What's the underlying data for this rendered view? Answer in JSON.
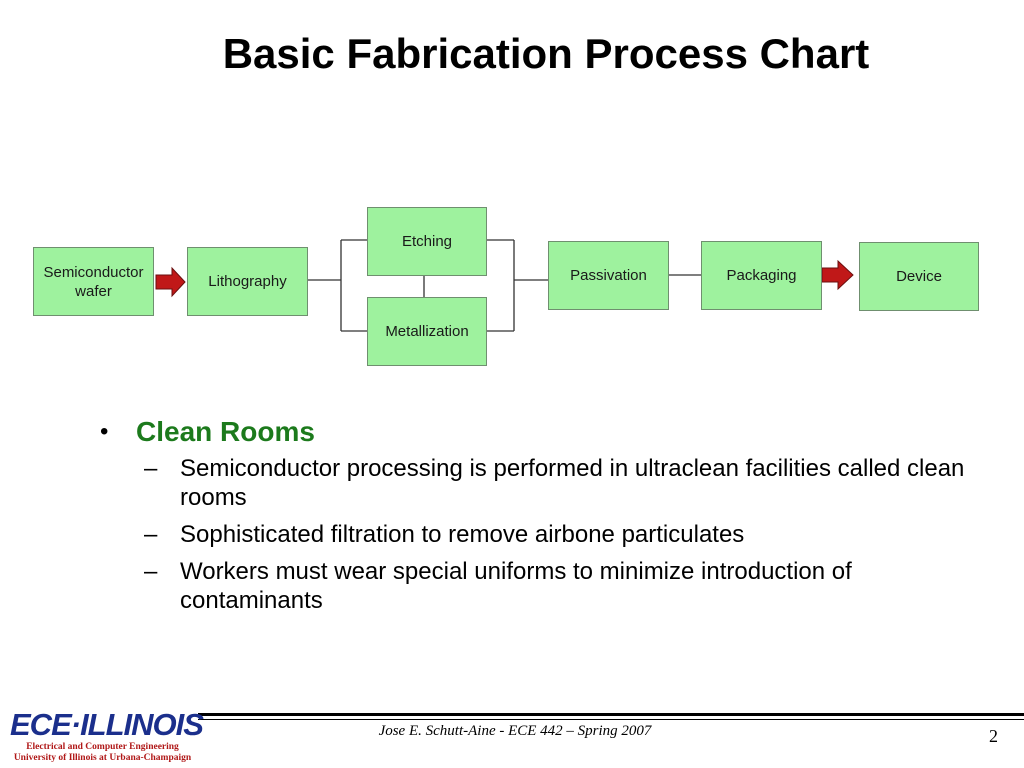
{
  "title": "Basic Fabrication Process Chart",
  "diagram": {
    "nodes": {
      "wafer": "Semiconductor wafer",
      "lithography": "Lithography",
      "etching": "Etching",
      "metallization": "Metallization",
      "passivation": "Passivation",
      "packaging": "Packaging",
      "device": "Device"
    },
    "colors": {
      "node_fill": "#9ef29e",
      "arrow": "#c01818"
    }
  },
  "content": {
    "bullet": "Clean Rooms",
    "bullet_marker": "•",
    "sub_marker": "–",
    "subs": [
      "Semiconductor processing is performed in ultraclean facilities called clean rooms",
      "Sophisticated filtration to remove airbone particulates",
      "Workers must wear special uniforms to minimize introduction of contaminants"
    ]
  },
  "footer": {
    "logo_text": "ECE·ILLINOIS",
    "logo_line1": "Electrical and Computer Engineering",
    "logo_line2": "University of Illinois at Urbana-Champaign",
    "credit": "Jose E. Schutt-Aine - ECE 442 – Spring 2007",
    "page": "2"
  }
}
